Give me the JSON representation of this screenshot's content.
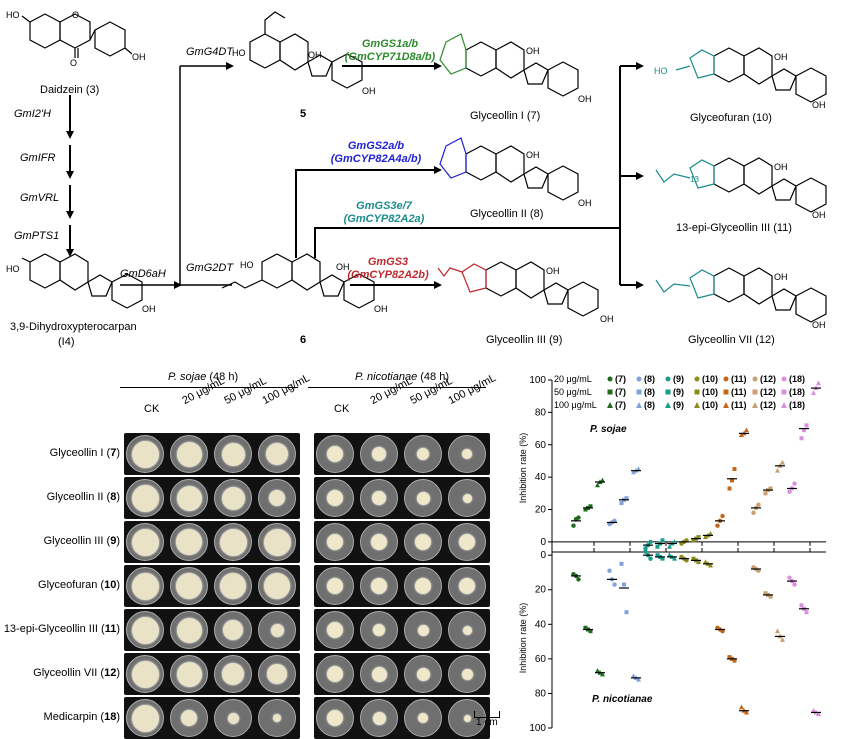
{
  "pathway": {
    "compounds": {
      "daidzein": "Daidzein (3)",
      "c5": "5",
      "pterocarpan_1": "3,9-Dihydroxypterocarpan",
      "pterocarpan_2": "(I4)",
      "c6": "6",
      "gly1": "Glyceollin I (7)",
      "gly2": "Glyceollin II (8)",
      "gly3": "Glyceollin III (9)",
      "glyfuran": "Glyceofuran (10)",
      "gly13epi": "13-epi-Glyceollin III  (11)",
      "gly7": "Glyceollin VII (12)"
    },
    "enzymes": {
      "gmi2h": "GmI2'H",
      "gmifr": "GmIFR",
      "gmvrl": "GmVRL",
      "gmpts1": "GmPTS1",
      "gmd6ah": "GmD6aH",
      "gmg4dt": "GmG4DT",
      "gmg2dt": "GmG2DT",
      "gs1_a": "GmGS1a/b",
      "gs1_b": "(GmCYP71D8a/b)",
      "gs2_a": "GmGS2a/b",
      "gs2_b": "(GmCYP82A4a/b)",
      "gs3e7_a": "GmGS3e/7",
      "gs3e7_b": "(GmCYP82A2a)",
      "gs3_a": "GmGS3",
      "gs3_b": "(GmCYP82A2b)"
    },
    "colors": {
      "gs1": "#2e8b2e",
      "gs2": "#1f1fd6",
      "gs3e7": "#1a8c8c",
      "gs3": "#c0282d"
    }
  },
  "plates": {
    "header_sojae_italic": "P. sojae",
    "header_sojae_rest": " (48 h)",
    "header_nico_italic": "P. nicotianae",
    "header_nico_rest": " (48 h)",
    "columns": [
      "CK",
      "20 μg/mL",
      "50 μg/mL",
      "100 μg/mL"
    ],
    "rows": [
      {
        "label": "Glyceollin I (",
        "num": "7",
        "end": ")",
        "sojae_growth": [
          0.75,
          0.7,
          0.65,
          0.6
        ],
        "nico_growth": [
          0.45,
          0.4,
          0.32,
          0.28
        ]
      },
      {
        "label": "Glyceollin II (",
        "num": "8",
        "end": ")",
        "sojae_growth": [
          0.75,
          0.7,
          0.65,
          0.45
        ],
        "nico_growth": [
          0.45,
          0.4,
          0.36,
          0.26
        ]
      },
      {
        "label": "Glyceollin III (",
        "num": "9",
        "end": ")",
        "sojae_growth": [
          0.75,
          0.72,
          0.74,
          0.74
        ],
        "nico_growth": [
          0.45,
          0.44,
          0.44,
          0.44
        ]
      },
      {
        "label": "Glyceofuran (",
        "num": "10",
        "end": ")",
        "sojae_growth": [
          0.75,
          0.72,
          0.72,
          0.72
        ],
        "nico_growth": [
          0.45,
          0.44,
          0.44,
          0.44
        ]
      },
      {
        "label": "13-epi-Glyceollin III (",
        "num": "11",
        "end": ")",
        "sojae_growth": [
          0.75,
          0.7,
          0.55,
          0.35
        ],
        "nico_growth": [
          0.45,
          0.34,
          0.3,
          0.26
        ]
      },
      {
        "label": "Glyceollin VII (",
        "num": "12",
        "end": ")",
        "sojae_growth": [
          0.75,
          0.7,
          0.62,
          0.55
        ],
        "nico_growth": [
          0.45,
          0.42,
          0.36,
          0.3
        ]
      },
      {
        "label": "Medicarpin (",
        "num": "18",
        "end": ")",
        "sojae_growth": [
          0.75,
          0.45,
          0.3,
          0.22
        ],
        "nico_growth": [
          0.45,
          0.36,
          0.28,
          0.2
        ]
      }
    ],
    "scale_label": "1 cm"
  },
  "chart_data": {
    "type": "scatter",
    "legend": {
      "rows": [
        {
          "label": "20 μg/mL",
          "marker": "circle"
        },
        {
          "label": "50 μg/mL",
          "marker": "square"
        },
        {
          "label": "100 μg/mL",
          "marker": "triangle"
        }
      ],
      "compounds": [
        "(7)",
        "(8)",
        "(9)",
        "(10)",
        "(11)",
        "(12)",
        "(18)"
      ]
    },
    "compound_colors": [
      "#1e6b1e",
      "#7fa3d6",
      "#1a9c8c",
      "#8c8c1a",
      "#c2661a",
      "#c8a070",
      "#d98fe0"
    ],
    "ylabel": "Inhibition rate (%)",
    "sojae": {
      "title": "P. sojae",
      "ylim": [
        -5,
        100
      ],
      "ticks": [
        0,
        20,
        40,
        60,
        80,
        100
      ],
      "groups": [
        {
          "compound": "(7)",
          "mean": [
            13,
            21,
            37
          ],
          "points": [
            [
              10,
              14,
              15
            ],
            [
              20,
              21,
              22
            ],
            [
              35,
              37,
              38
            ]
          ]
        },
        {
          "compound": "(8)",
          "mean": [
            12,
            26,
            44
          ],
          "points": [
            [
              11,
              12,
              13
            ],
            [
              24,
              26,
              27
            ],
            [
              43,
              44,
              45
            ]
          ]
        },
        {
          "compound": "(9)",
          "mean": [
            -2,
            -1,
            -1
          ],
          "points": [
            [
              -4,
              -2,
              0
            ],
            [
              -3,
              -1,
              1
            ],
            [
              -3,
              -1,
              0
            ]
          ]
        },
        {
          "compound": "(10)",
          "mean": [
            0,
            2,
            4
          ],
          "points": [
            [
              -1,
              0,
              1
            ],
            [
              1,
              2,
              3
            ],
            [
              3,
              4,
              5
            ]
          ]
        },
        {
          "compound": "(11)",
          "mean": [
            13,
            39,
            67
          ],
          "points": [
            [
              10,
              13,
              16
            ],
            [
              33,
              38,
              45
            ],
            [
              66,
              67,
              69
            ]
          ]
        },
        {
          "compound": "(12)",
          "mean": [
            21,
            32,
            47
          ],
          "points": [
            [
              18,
              21,
              23
            ],
            [
              30,
              32,
              33
            ],
            [
              44,
              47,
              49
            ]
          ]
        },
        {
          "compound": "(18)",
          "mean": [
            33,
            70,
            95
          ],
          "points": [
            [
              31,
              33,
              36
            ],
            [
              64,
              69,
              72
            ],
            [
              92,
              95,
              98
            ]
          ]
        }
      ]
    },
    "nicotianae": {
      "title": "P. nicotianae",
      "ylim": [
        -3,
        100
      ],
      "ticks": [
        0,
        20,
        40,
        60,
        80,
        100
      ],
      "groups": [
        {
          "compound": "(7)",
          "mean": [
            12,
            43,
            68
          ],
          "points": [
            [
              11,
              12,
              14
            ],
            [
              42,
              43,
              44
            ],
            [
              67,
              68,
              69
            ]
          ]
        },
        {
          "compound": "(8)",
          "mean": [
            14,
            19,
            71
          ],
          "points": [
            [
              9,
              14,
              17
            ],
            [
              5,
              17,
              33
            ],
            [
              70,
              71,
              72
            ]
          ]
        },
        {
          "compound": "(9)",
          "mean": [
            0,
            1,
            1
          ],
          "points": [
            [
              -2,
              0,
              2
            ],
            [
              0,
              1,
              2
            ],
            [
              0,
              1,
              2
            ]
          ]
        },
        {
          "compound": "(10)",
          "mean": [
            2,
            3,
            5
          ],
          "points": [
            [
              1,
              2,
              3
            ],
            [
              2,
              3,
              4
            ],
            [
              4,
              5,
              6
            ]
          ]
        },
        {
          "compound": "(11)",
          "mean": [
            43,
            60,
            90
          ],
          "points": [
            [
              42,
              43,
              44
            ],
            [
              59,
              60,
              61
            ],
            [
              88,
              90,
              91
            ]
          ]
        },
        {
          "compound": "(12)",
          "mean": [
            8,
            23,
            47
          ],
          "points": [
            [
              7,
              8,
              9
            ],
            [
              22,
              23,
              24
            ],
            [
              44,
              47,
              49
            ]
          ]
        },
        {
          "compound": "(18)",
          "mean": [
            15,
            31,
            91
          ],
          "points": [
            [
              13,
              15,
              17
            ],
            [
              29,
              31,
              33
            ],
            [
              90,
              91,
              92
            ]
          ]
        }
      ]
    }
  }
}
